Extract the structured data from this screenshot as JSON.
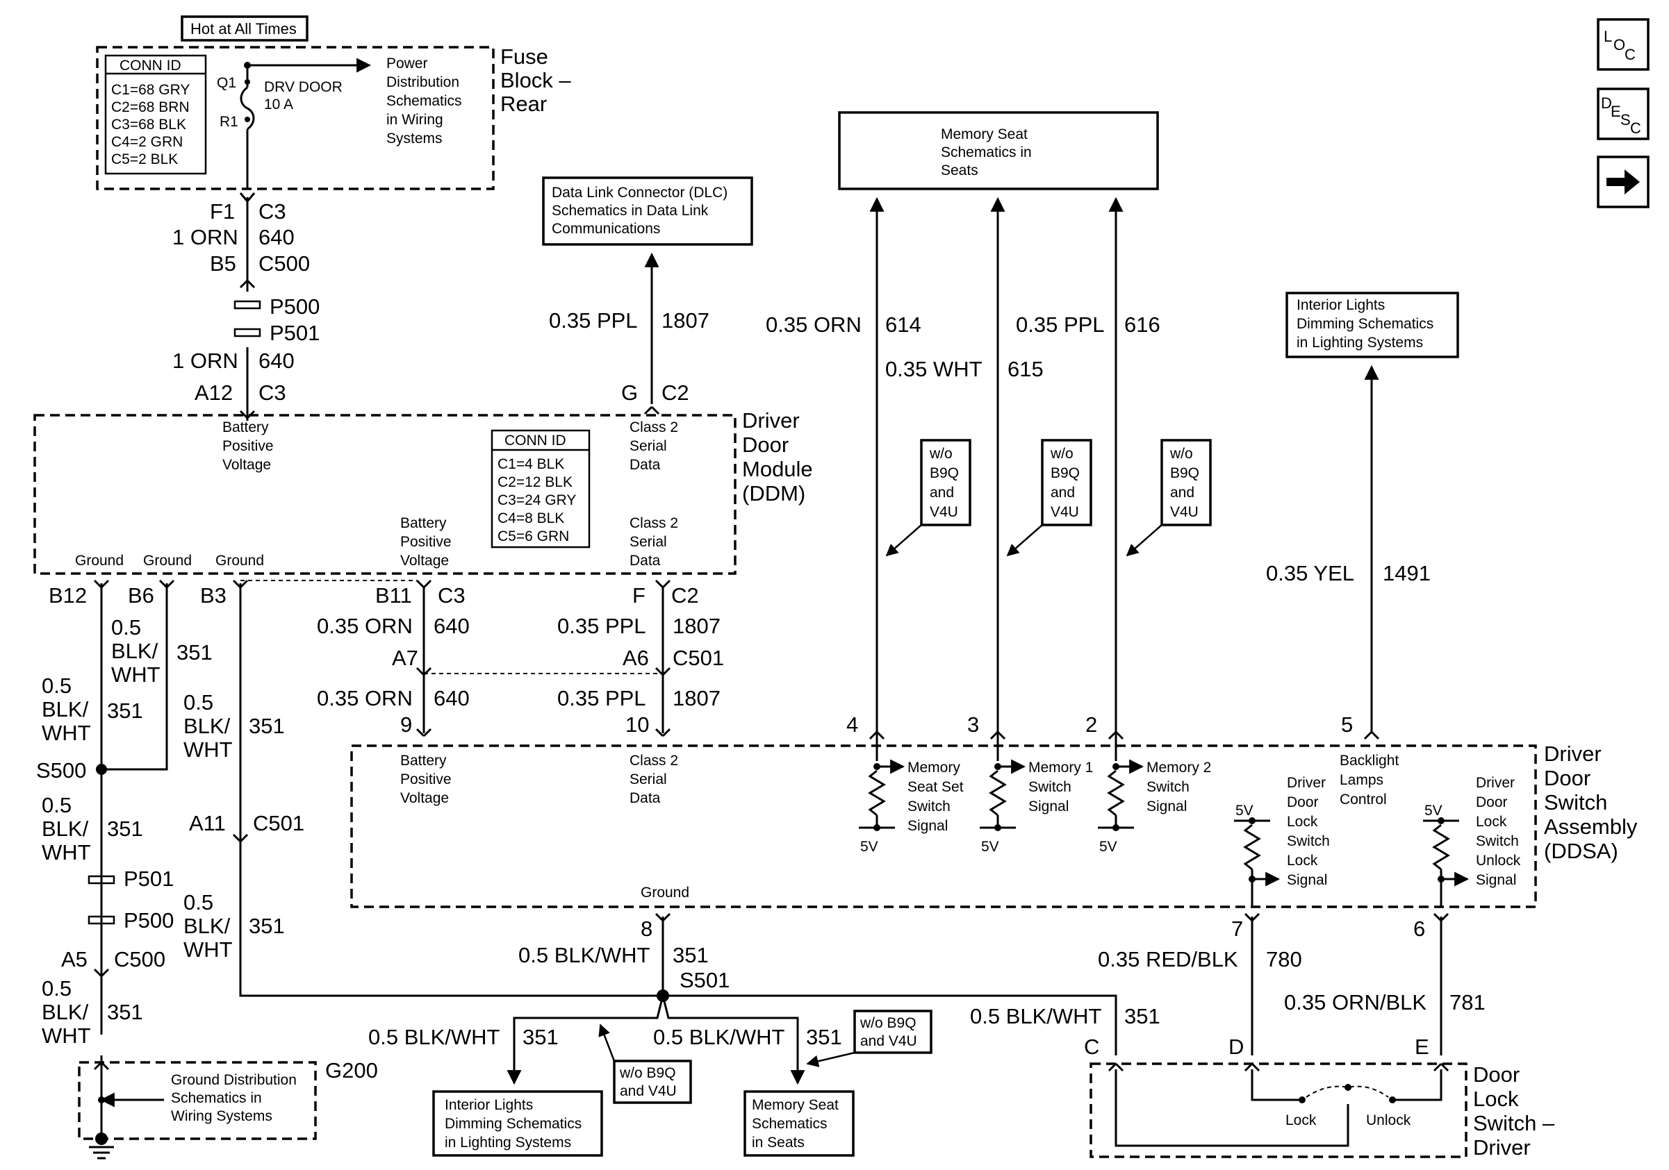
{
  "nav": {
    "loc_label": "LOC",
    "desc_label": "DESC",
    "next_arrow": "right-arrow-icon"
  },
  "fuse_block": {
    "hot_label": "Hot at All Times",
    "conn_id_title": "CONN ID",
    "conn_ids": [
      "C1=68 GRY",
      "C2=68 BRN",
      "C3=68 BLK",
      "C4=2 GRN",
      "C5=2 BLK"
    ],
    "q1": "Q1",
    "r1": "R1",
    "fuse_name": "DRV DOOR",
    "fuse_rating": "10 A",
    "power_ref": [
      "Power",
      "Distribution",
      "Schematics",
      "in Wiring",
      "Systems"
    ],
    "title": [
      "Fuse",
      "Block –",
      "Rear"
    ]
  },
  "fuse_to_ddm": {
    "f1": "F1",
    "c3a": "C3",
    "wire1_gauge": "1 ORN",
    "wire1_circuit": "640",
    "b5": "B5",
    "c500": "C500",
    "p500": "P500",
    "p501": "P501",
    "wire2_gauge": "1 ORN",
    "wire2_circuit": "640",
    "a12": "A12",
    "c3b": "C3"
  },
  "dlc": {
    "ref": [
      "Data Link Connector (DLC)",
      "Schematics in Data Link",
      "Communications"
    ],
    "wire_gauge": "0.35 PPL",
    "wire_circuit": "1807",
    "pin": "G",
    "conn": "C2"
  },
  "memory_seat_top": {
    "ref": [
      "Memory Seat",
      "Schematics in",
      "Seats"
    ],
    "w614_gauge": "0.35 ORN",
    "w614_circuit": "614",
    "w615_gauge": "0.35 WHT",
    "w615_circuit": "615",
    "w616_gauge": "0.35 PPL",
    "w616_circuit": "616",
    "option_note": [
      "w/o",
      "B9Q",
      "and",
      "V4U"
    ]
  },
  "interior_lights_top": {
    "ref": [
      "Interior Lights",
      "Dimming Schematics",
      "in Lighting Systems"
    ],
    "wire_gauge": "0.35 YEL",
    "wire_circuit": "1491"
  },
  "ddm": {
    "title": [
      "Driver",
      "Door",
      "Module",
      "(DDM)"
    ],
    "conn_id_title": "CONN ID",
    "conn_ids": [
      "C1=4 BLK",
      "C2=12 BLK",
      "C3=24 GRY",
      "C4=8 BLK",
      "C5=6 GRN"
    ],
    "bpv_top": [
      "Battery",
      "Positive",
      "Voltage"
    ],
    "class2_top": [
      "Class 2",
      "Serial",
      "Data"
    ],
    "bpv_bottom": [
      "Battery",
      "Positive",
      "Voltage"
    ],
    "class2_bottom": [
      "Class 2",
      "Serial",
      "Data"
    ],
    "ground1": "Ground",
    "ground2": "Ground",
    "ground3": "Ground"
  },
  "ddm_outputs": {
    "b12": "B12",
    "b6": "B6",
    "b3": "B3",
    "b11": "B11",
    "c3": "C3",
    "f": "F",
    "c2": "C2",
    "w640_gauge": "0.35 ORN",
    "w640_circuit": "640",
    "w1807_gauge": "0.35 PPL",
    "w1807_circuit": "1807",
    "a7": "A7",
    "a6": "A6",
    "c501": "C501",
    "w640b_gauge": "0.35 ORN",
    "w640b_circuit": "640",
    "w1807b_gauge": "0.35 PPL",
    "w1807b_circuit": "1807",
    "pin9": "9",
    "pin10": "10",
    "b6_wire": [
      "0.5",
      "BLK/",
      "WHT"
    ],
    "b6_circuit": "351",
    "b12_wire": [
      "0.5",
      "BLK/",
      "WHT"
    ],
    "b12_circuit": "351",
    "b3_wire": [
      "0.5",
      "BLK/",
      "WHT"
    ],
    "b3_circuit": "351"
  },
  "ground_path": {
    "s500": "S500",
    "w_after_s500": [
      "0.5",
      "BLK/",
      "WHT"
    ],
    "c_after_s500": "351",
    "p501": "P501",
    "p500": "P500",
    "a5": "A5",
    "c500": "C500",
    "w_final": [
      "0.5",
      "BLK/",
      "WHT"
    ],
    "c_final": "351",
    "g200": "G200",
    "ground_ref": [
      "Ground Distribution",
      "Schematics in",
      "Wiring Systems"
    ],
    "a11": "A11",
    "c501": "C501",
    "w_a11": [
      "0.5",
      "BLK/",
      "WHT"
    ],
    "c_a11": "351"
  },
  "ddsa": {
    "title": [
      "Driver",
      "Door",
      "Switch",
      "Assembly",
      "(DDSA)"
    ],
    "bpv": [
      "Battery",
      "Positive",
      "Voltage"
    ],
    "class2": [
      "Class 2",
      "Serial",
      "Data"
    ],
    "pin4": "4",
    "pin3": "3",
    "pin2": "2",
    "pin5": "5",
    "pin7": "7",
    "pin6": "6",
    "pin8": "8",
    "mem_set": [
      "Memory",
      "Seat Set",
      "Switch",
      "Signal"
    ],
    "mem1": [
      "Memory 1",
      "Switch",
      "Signal"
    ],
    "mem2": [
      "Memory 2",
      "Switch",
      "Signal"
    ],
    "five_v": "5V",
    "backlight": [
      "Backlight",
      "Lamps",
      "Control"
    ],
    "lock_sig": [
      "Driver",
      "Door",
      "Lock",
      "Switch",
      "Lock",
      "Signal"
    ],
    "unlock_sig": [
      "Driver",
      "Door",
      "Lock",
      "Switch",
      "Unlock",
      "Signal"
    ],
    "ground": "Ground"
  },
  "lower": {
    "w8_gauge": "0.5 BLK/WHT",
    "w8_circuit": "351",
    "s501": "S501",
    "left_gauge": "0.5 BLK/WHT",
    "left_circuit": "351",
    "mid_gauge": "0.5 BLK/WHT",
    "mid_circuit": "351",
    "right_gauge": "0.5 BLK/WHT",
    "right_circuit": "351",
    "note_a": [
      "w/o B9Q",
      "and V4U"
    ],
    "note_b": [
      "w/o B9Q",
      "and V4U"
    ],
    "interior_ref": [
      "Interior Lights",
      "Dimming Schematics",
      "in Lighting Systems"
    ],
    "memseat_ref": [
      "Memory Seat",
      "Schematics",
      "in Seats"
    ],
    "w780_gauge": "0.35 RED/BLK",
    "w780_circuit": "780",
    "w781_gauge": "0.35 ORN/BLK",
    "w781_circuit": "781",
    "pin_c": "C",
    "pin_d": "D",
    "pin_e": "E",
    "lock": "Lock",
    "unlock": "Unlock",
    "door_lock_title": [
      "Door",
      "Lock",
      "Switch –",
      "Driver"
    ]
  }
}
